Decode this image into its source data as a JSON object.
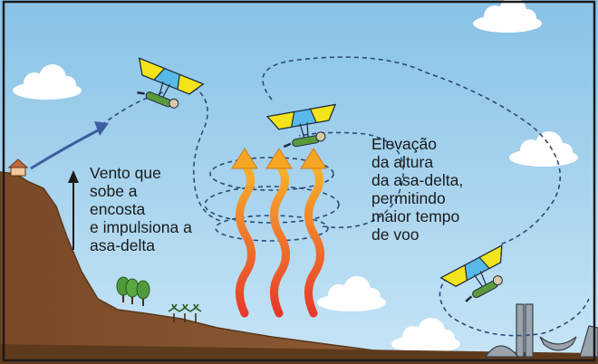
{
  "captions": {
    "wind_updraft": [
      "Vento que",
      "sobe a",
      "encosta",
      "e impulsiona a",
      "asa-delta"
    ],
    "altitude_gain": [
      "Elevação",
      "da altura",
      "da asa-delta,",
      "permitindo",
      "maior tempo",
      "de voo"
    ]
  },
  "colors": {
    "sky_top": "#88c2e6",
    "sky_bottom": "#bfe0f4",
    "hill": "#8a5a34",
    "hill_dark": "#6f4423",
    "flight_path": "#2d4a78",
    "thermal_top": "#f5a623",
    "thermal_bottom": "#e8392b",
    "glider_wing_yellow": "#f2e31a",
    "glider_wing_blue": "#58b9e8",
    "wind_arrow": "#3d5fa0"
  },
  "icons": [
    "house-icon",
    "tree-icon",
    "palm-tree-icon",
    "cloud-icon",
    "hang-glider-icon",
    "building-icon"
  ]
}
